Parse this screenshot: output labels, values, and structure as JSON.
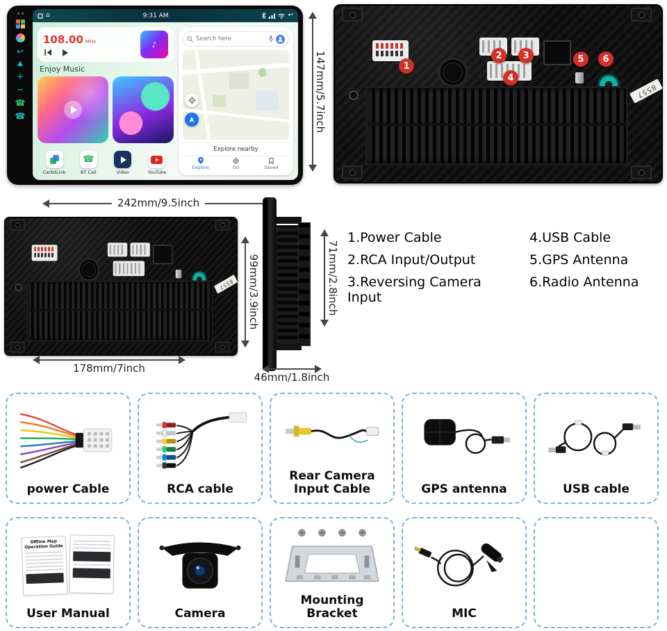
{
  "front_view": {
    "status_bar": {
      "time": "9:31 AM"
    },
    "radio": {
      "frequency": "108.00",
      "unit": "MHz"
    },
    "now_playing_label": "Enjoy Music",
    "apps": [
      {
        "label": "CarbitLink"
      },
      {
        "label": "BT Call"
      },
      {
        "label": "Video"
      },
      {
        "label": "YouTube"
      }
    ],
    "maps": {
      "search_placeholder": "Search here",
      "explore_nearby_label": "Explore nearby",
      "tabs": [
        {
          "label": "Explore"
        },
        {
          "label": "Go"
        },
        {
          "label": "Saved"
        }
      ]
    },
    "width_label": "242mm/9.5inch",
    "height_label": "147mm/5.7inch"
  },
  "rear_view": {
    "callouts": [
      {
        "n": "1"
      },
      {
        "n": "2"
      },
      {
        "n": "3"
      },
      {
        "n": "4"
      },
      {
        "n": "5"
      },
      {
        "n": "6"
      }
    ],
    "tag_text": "8557"
  },
  "rear_view_small": {
    "width_label": "178mm/7inch",
    "height_label": "99mm/3.9inch"
  },
  "side_view": {
    "height_label": "71mm/2.8inch",
    "depth_label": "46mm/1.8inch"
  },
  "legend": {
    "left": [
      "1.Power Cable",
      "2.RCA Input/Output",
      "3.Reversing Camera Input"
    ],
    "right": [
      "4.USB Cable",
      "5.GPS Antenna",
      "6.Radio Antenna"
    ]
  },
  "accessories": [
    {
      "label": "power Cable"
    },
    {
      "label": "RCA cable"
    },
    {
      "label": "Rear Camera Input Cable"
    },
    {
      "label": "GPS antenna"
    },
    {
      "label": "USB cable"
    },
    {
      "label": "User Manual"
    },
    {
      "label": "Camera"
    },
    {
      "label": "Mounting Bracket"
    },
    {
      "label": "MIC"
    },
    {
      "label": ""
    }
  ],
  "manual": {
    "title": "Offline Map Operation Guide"
  },
  "icons": {
    "back": "↩",
    "eject": "▲",
    "vol_up": "+",
    "vol_down": "−",
    "phone": "☎",
    "phone_bt": "☎",
    "home": "⌂",
    "return": "↩",
    "note": "♪"
  },
  "colors": {
    "callout_red": "#d3302a",
    "card_border_blue": "#74b3e2",
    "antenna_teal": "#12b3a6",
    "button_teal": "#19c3c9",
    "maps_blue": "#1a73e8",
    "radio_red": "#e03131"
  }
}
